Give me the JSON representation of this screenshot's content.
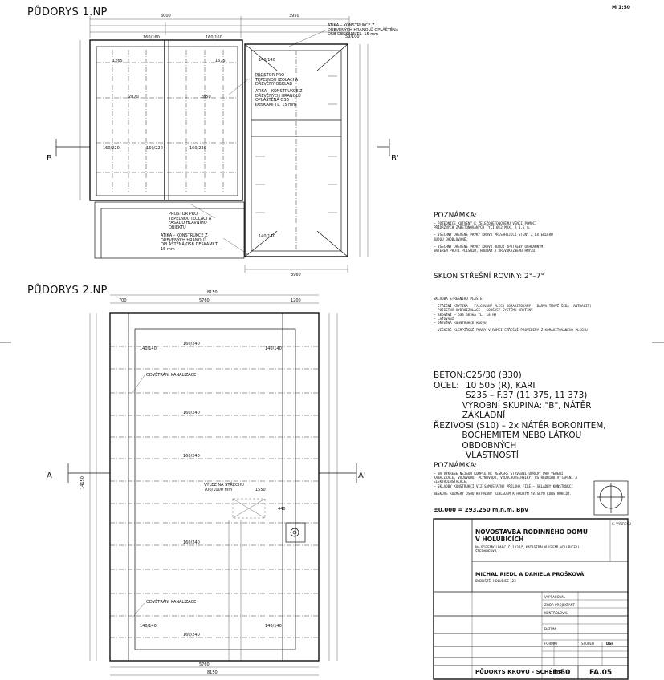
{
  "plans": {
    "np1": {
      "title": "PŮDORYS 1.NP"
    },
    "np2": {
      "title": "PŮDORYS 2.NP"
    }
  },
  "scale_top": "M 1:50",
  "section_marks": {
    "a": "A",
    "a2": "A'",
    "b": "B",
    "b2": "B'"
  },
  "np1_labels": {
    "dim_6000": "6000",
    "dim_3950": "3950",
    "dim_3960": "3960",
    "atika_top": "ATIKA – KONSTRUKCE Z DŘEVĚNÝCH HRANOLŮ OPLÁŠTĚNÁ OSB DESKAMI TL. 15 mm",
    "prostor_1": "PROSTOR PRO TEPELNOU IZOLACI A DŘEVĚNÝ OBKLAD",
    "atika_mid": "ATIKA – KONSTRUKCE Z DŘEVĚNÝCH HRANOLŮ OPLÁŠTĚNÁ OSB DESKAMI TL. 15 mm",
    "prostor_2": "PROSTOR PRO TEPELNOU IZOLACI A FASÁDU HLAVNÍHO OBJEKTU",
    "atika_bot": "ATIKA – KONSTRUKCE Z DŘEVĚNÝCH HRANOLŮ OPLÁŠTĚNÁ OSB DESKAMI TL. 15 mm",
    "beam_a": "160/160",
    "beam_b": "160/220",
    "beam_c": "140/140",
    "beam_d": "50/100",
    "dim_2870": "2870",
    "dim_2850": "2850",
    "dim_1265": "1265",
    "dim_1675": "1675"
  },
  "np2_labels": {
    "dim_8150": "8150",
    "dim_5760": "5760",
    "dim_700": "700",
    "dim_1200": "1200",
    "dim_1550": "1550",
    "beam_a": "160/240",
    "beam_b": "140/140",
    "odvetrani": "ODVĚTRÁNÍ KANALIZACE",
    "vylez": "VÝLEZ NA STŘECHU 700/1000 mm",
    "dim_440": "440",
    "dim_14150": "14150"
  },
  "notes": {
    "title1": "POZNÁMKA:",
    "items1": [
      "– POZEDNICE KOTVENY K ŽELEZOBETONOVÉMU VĚNCI POMOCÍ PŘÍDRŽNÝCH ZABETONOVANÝCH TYČÍ Ø12 MAX. Á 1,5 m.",
      "– VŠECHNY DŘEVĚNÉ PRVKY KROVU PŘESAHUJÍCÍ STĚNY Z EXTERIÉRU BUDOU OHOBLOVANÉ.",
      "– VŠECHNY DŘEVĚNÉ PRVKY KROVU BUDOU OPATŘENY OCHRANNÝM NÁTĚREM PROTI PLÍSNÍM, HOUBÁM A DŘEVOKAZNÉMU HMYZU."
    ],
    "sklon": "SKLON STŘEŠNÍ ROVINY: 2°–7°",
    "skladba_title": "SKLADBA STŘEŠNÍHO PLÁŠTĚ:",
    "skladba": [
      "– STŘEŠNÍ KRYTINA – FALCOVANÝ PLECH KOMAXITOVANÝ – BARVA TMAVĚ ŠEDÁ (ANTRACIT)",
      "– POJISTNÁ HYDROIZOLACE – SOUČÁST SYSTÉMU KRYTINY",
      "– BEDNĚNÍ – OSB DESKA TL. 18 MM",
      "– LAŤOVÁNÍ",
      "– DŘEVĚNÁ KONSTRUKCE KROVU"
    ],
    "skladba_note": "– VEŠKERÉ KLEMPÍŘSKÉ PRVKY V RÁMCI STŘEŠNÍ PROVEDENY Z KOMAXITOVANÉHO PLECHU",
    "materials": [
      {
        "k": "BETON:",
        "v": "C25/30 (B30)"
      },
      {
        "k": "OCEL:",
        "v": "10 505 (R), KARI"
      },
      {
        "k": "",
        "v": "S235 – F.37 (11 375, 11 373)"
      },
      {
        "k": "",
        "v": "VÝROBNÍ SKUPINA: \"B\", NÁTĚR ZÁKLADNÍ"
      },
      {
        "k": "ŘEZIVO:",
        "v": "SI (S10) – 2x NÁTĚR BORONITEM,"
      },
      {
        "k": "",
        "v": "BOCHEMITEM NEBO LÁTKOU OBDOBNÝCH"
      },
      {
        "k": "",
        "v": "VLASTNOSTÍ"
      }
    ],
    "title2": "POZNÁMKA:",
    "items2": [
      "– NA VÝKRESE NEJSOU KOMPLETNÍ VEŠKERÉ STAVEBNÍ ÚPRAVY PRO VEDENÍ KANALIZACE, VODOVODU, PLYNOVODU, VZDUCHOTECHNIKY, ÚSTŘEDNÍHO VYTÁPĚNÍ A ELEKTROINSTALACE.",
      "– SKLADBY KONSTRUKCÍ VIZ SAMOSTATNÁ PŘÍLOHA FILE – SKLADBY KONSTRUKCÍ",
      "NEŠKOVÉ ROZMĚRY JSOU KÓTOVÁNY VZHLEDEM K HRUBÝM SVISLÝM KONSTRUKCÍM."
    ],
    "height": "±0,000 = 293,250 m.n.m. Bpv"
  },
  "titleblock": {
    "project": "NOVOSTAVBA RODINNÉHO DOMU V HOLUBICÍCH",
    "project_sub": "NA POZEMKU PARC. Č. 1234/5, KATASTRÁLNÍ ÚZEMÍ HOLUBICE U ŠTERNBERKA",
    "investor": "MICHAL RIEDL A DANIELA PROŠKOVÁ",
    "investor_sub": "BYDLIŠTĚ: HOLUBICE 123",
    "format_label": "Č. VÝKRESU",
    "stage": "DSP",
    "drawing": "PŮDORYS KROVU - SCHÉMA",
    "scale": "1:50",
    "number": "FA.05",
    "r1": "VYPRACOVAL",
    "r2": "ZODP. PROJEKTANT",
    "r3": "KONTROLOVAL",
    "r4": "DATUM",
    "r5": "FORMÁT",
    "r6": "STUPEŇ"
  }
}
